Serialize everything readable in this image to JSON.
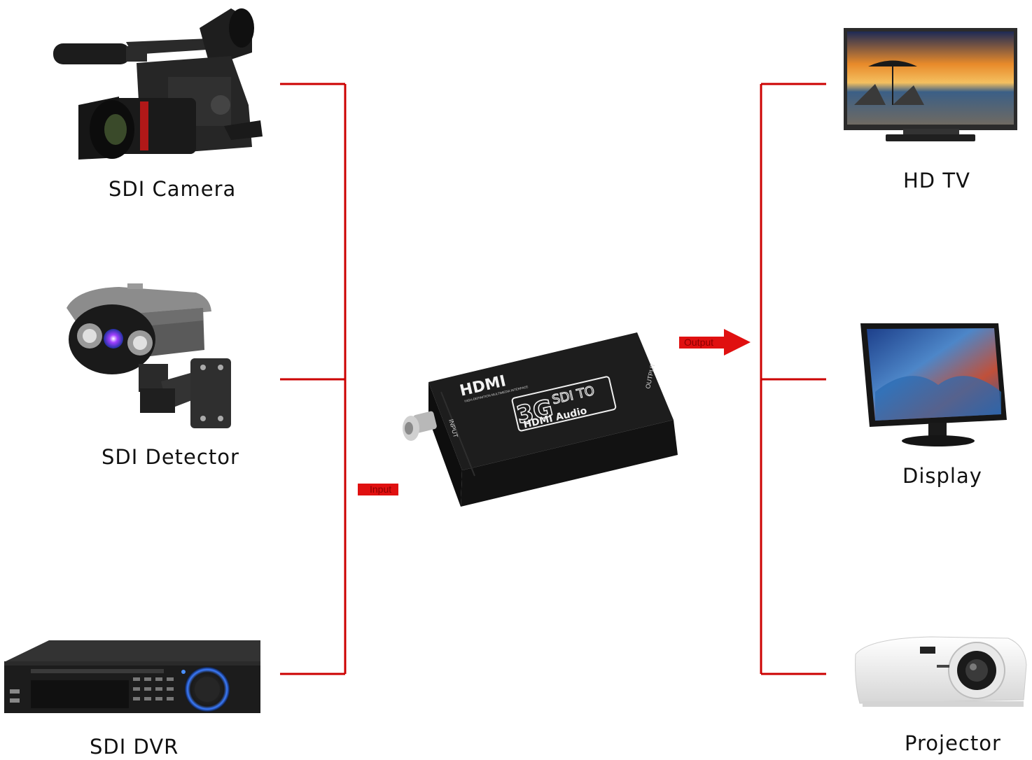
{
  "diagram": {
    "inputs": [
      {
        "label": "SDI Camera",
        "icon": "camcorder-icon"
      },
      {
        "label": "SDI Detector",
        "icon": "cctv-camera-icon"
      },
      {
        "label": "SDI DVR",
        "icon": "dvr-recorder-icon"
      }
    ],
    "outputs": [
      {
        "label": "HD TV",
        "icon": "tv-icon"
      },
      {
        "label": "Display",
        "icon": "monitor-icon"
      },
      {
        "label": "Projector",
        "icon": "projector-icon"
      }
    ],
    "converter": {
      "brand": "HDMI",
      "brand_tagline": "HIGH-DEFINITION MULTIMEDIA INTERFACE",
      "model_big": "3G",
      "model_line1": "SDI TO",
      "model_line2": "HDMI Audio",
      "input_port_label": "INPUT",
      "output_port_label": "OUTPUT"
    },
    "input_tag": "Input",
    "output_tag": "Output",
    "colors": {
      "connector_line": "#cc0000",
      "tag_fill": "#e01010",
      "converter_body": "#161616"
    }
  }
}
